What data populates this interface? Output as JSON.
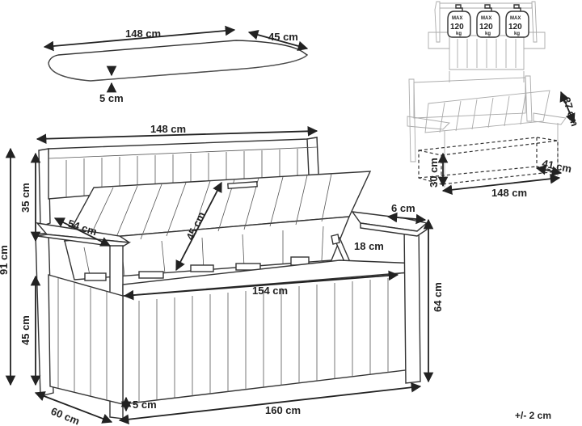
{
  "diagram": {
    "cushion": {
      "length": "148 cm",
      "width": "45 cm",
      "thickness": "5 cm"
    },
    "bench": {
      "backrest_width": "148 cm",
      "backrest_height": "35 cm",
      "total_height": "91 cm",
      "seat_height": "45 cm",
      "lid_length": "54 cm",
      "lid_depth": "45 cm",
      "armrest_width": "6 cm",
      "strut_length": "18 cm",
      "inner_length": "154 cm",
      "arm_height": "64 cm",
      "ground_clearance": "5 cm",
      "depth": "60 cm",
      "total_length": "160 cm"
    },
    "storage": {
      "lid_rise": "37 cm",
      "height": "30 cm",
      "depth": "41 cm",
      "length": "148 cm"
    },
    "load": {
      "label": "MAX",
      "value": "120",
      "unit": "kg"
    },
    "tolerance": "+/- 2 cm"
  }
}
